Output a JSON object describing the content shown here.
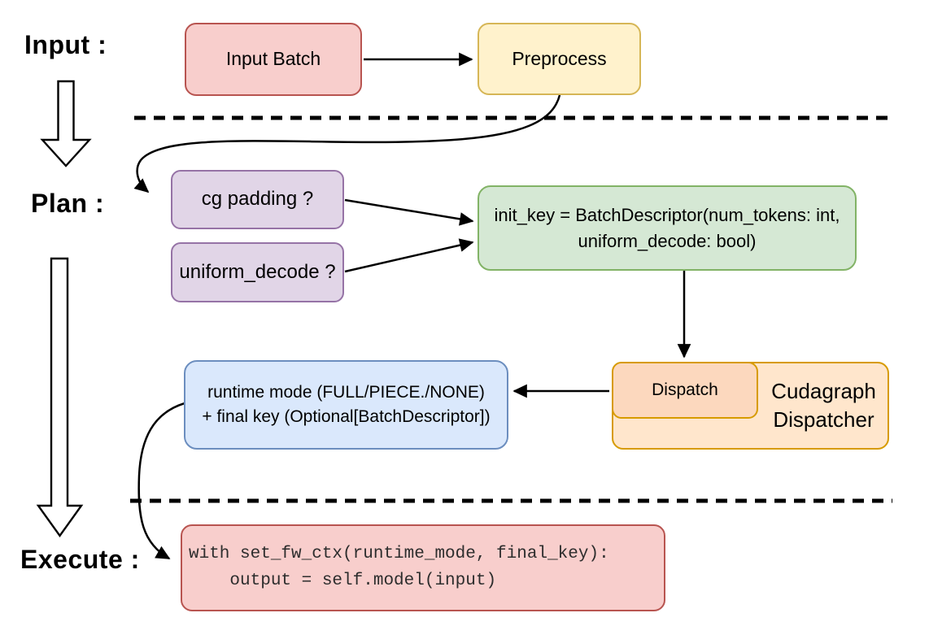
{
  "stage_labels": {
    "input": "Input :",
    "plan": "Plan :",
    "execute": "Execute :"
  },
  "nodes": {
    "input_batch": {
      "label": "Input Batch"
    },
    "preprocess": {
      "label": "Preprocess"
    },
    "cg_padding": {
      "label": "cg padding ?"
    },
    "uniform_decode": {
      "label": "uniform_decode ?"
    },
    "init_key": {
      "line1": "init_key = BatchDescriptor(num_tokens: int,",
      "line2": "uniform_decode: bool)"
    },
    "runtime_mode": {
      "line1": "runtime mode (FULL/PIECE./NONE)",
      "line2": "+ final key (Optional[BatchDescriptor])"
    },
    "dispatch": {
      "label": "Dispatch"
    },
    "cudagraph_dispatcher": {
      "line1": "Cudagraph",
      "line2": "Dispatcher"
    },
    "execute_code": {
      "line1": "with set_fw_ctx(runtime_mode, final_key):",
      "line2": "    output = self.model(input)"
    }
  },
  "colors": {
    "red_fill": "#f8cecc",
    "red_stroke": "#b85450",
    "yellow_fill": "#fff2cc",
    "yellow_stroke": "#d6b656",
    "purple_fill": "#e1d5e7",
    "purple_stroke": "#9673a6",
    "green_fill": "#d5e8d4",
    "green_stroke": "#82b366",
    "blue_fill": "#dae8fc",
    "blue_stroke": "#6c8ebf",
    "orange_fill": "#ffe6cc",
    "orange_inner_fill": "#fcd8be",
    "orange_stroke": "#d79b00",
    "connector": "#000000",
    "background": "#ffffff"
  }
}
